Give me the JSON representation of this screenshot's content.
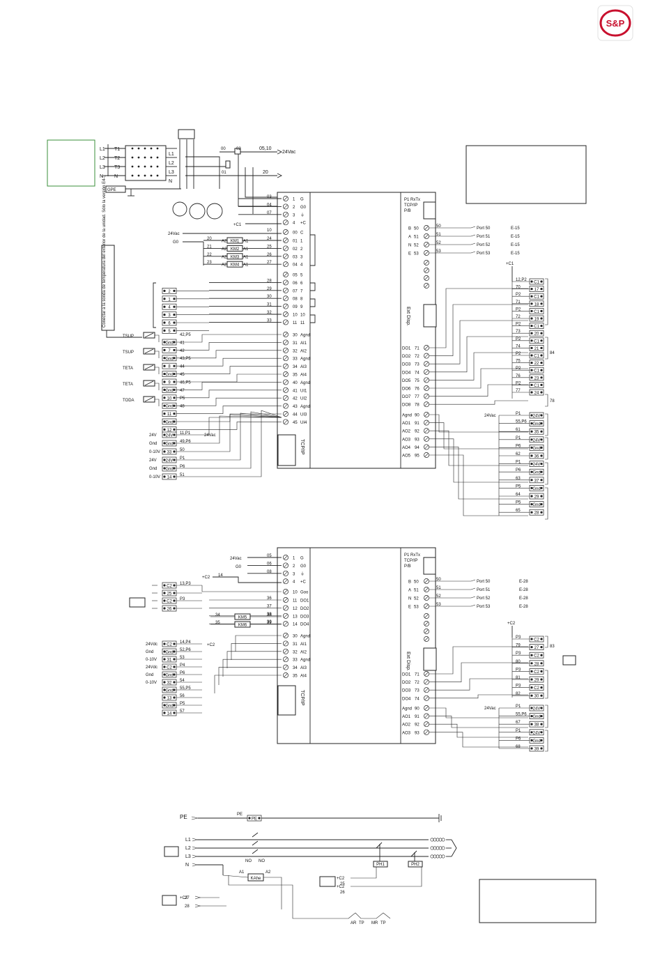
{
  "logo": {
    "text": "S&P"
  },
  "power": {
    "supply": [
      "L1",
      "L2",
      "L3",
      "N"
    ],
    "breaker": [
      "T1",
      "T2",
      "T3",
      "N"
    ],
    "bus": [
      "L1",
      "L2",
      "L3",
      "N"
    ],
    "pe": "GPE",
    "feed": [
      {
        "wire": "05,10",
        "to": "24Vac"
      },
      {
        "wire": "20",
        "to": ""
      }
    ],
    "wire_00": "00",
    "wire_02": "02",
    "wire_01": "01"
  },
  "c1": {
    "power_terms": [
      {
        "wire": "03",
        "num": "1",
        "label": "G"
      },
      {
        "wire": "04",
        "num": "2",
        "label": "G0"
      },
      {
        "wire": "07",
        "num": "3",
        "label": "⏚"
      },
      {
        "wire": "",
        "num": "4",
        "label": "+C"
      }
    ],
    "c1_label": "+C1",
    "do_header": {
      "wire": "10",
      "num": "00",
      "label": "C"
    },
    "supply_24": "24Vac",
    "supply_g0": "G0",
    "relays": [
      {
        "in": "20",
        "name": "KM1",
        "out": "24",
        "num": "01",
        "label": "1"
      },
      {
        "in": "21",
        "name": "KM2",
        "out": "25",
        "num": "02",
        "label": "2"
      },
      {
        "in": "22",
        "name": "KM3",
        "out": "26",
        "num": "03",
        "label": "3"
      },
      {
        "in": "23",
        "name": "KM4",
        "out": "27",
        "num": "04",
        "label": "4"
      }
    ],
    "a1": "A1",
    "a2": "A2",
    "di": [
      {
        "num": "05",
        "label": "5",
        "wire": "",
        "term": ""
      },
      {
        "num": "06",
        "label": "6",
        "wire": "28",
        "term": "2"
      },
      {
        "num": "07",
        "label": "7",
        "wire": "29",
        "term": "1"
      },
      {
        "num": "08",
        "label": "8",
        "wire": "30",
        "term": "4"
      },
      {
        "num": "09",
        "label": "9",
        "wire": "31",
        "term": "3"
      },
      {
        "num": "10",
        "label": "10",
        "wire": "32",
        "term": "6"
      },
      {
        "num": "11",
        "label": "11",
        "wire": "33",
        "term": "5"
      }
    ],
    "side_note": "Conectar a la sonda de temperatura del exterior de la unidad. Sólo la versión E4-3",
    "ai": [
      {
        "num": "30",
        "label": "Agnd",
        "wire": "42,P5",
        "term": "Gnd"
      },
      {
        "num": "31",
        "label": "AI1",
        "wire": "41",
        "term": "7"
      },
      {
        "num": "32",
        "label": "AI2",
        "wire": "42",
        "term": "Gnd"
      },
      {
        "num": "33",
        "label": "Agnd",
        "wire": "43,P5",
        "term": "8"
      },
      {
        "num": "34",
        "label": "AI3",
        "wire": "44",
        "term": "Gnd"
      },
      {
        "num": "35",
        "label": "AI4",
        "wire": "45",
        "term": "9"
      },
      {
        "num": "40",
        "label": "Agnd",
        "wire": "46,P5",
        "term": "Gnd"
      },
      {
        "num": "41",
        "label": "UI1",
        "wire": "47",
        "term": "10"
      },
      {
        "num": "42",
        "label": "UI2",
        "wire": "P5",
        "term": "Gnd"
      },
      {
        "num": "43",
        "label": "Agnd",
        "wire": "48",
        "term": "11"
      },
      {
        "num": "44",
        "label": "UI3",
        "wire": "",
        "term": "Gnd"
      },
      {
        "num": "45",
        "label": "UI4",
        "wire": "",
        "term": "12"
      }
    ],
    "sensors": [
      "TSUP",
      "TSUP",
      "TETA",
      "TETA",
      "TODA"
    ],
    "bottom_terms": [
      {
        "lbl": "24V",
        "term": "24V",
        "wire": "11,P1"
      },
      {
        "lbl": "Gnd",
        "term": "Gnd",
        "wire": "49,P6"
      },
      {
        "lbl": "0-10V",
        "term": "33",
        "wire": "50"
      },
      {
        "lbl": "24V",
        "term": "24V",
        "wire": "P1"
      },
      {
        "lbl": "Gnd",
        "term": "Gnd",
        "wire": "P6"
      },
      {
        "lbl": "0-10V",
        "term": "14",
        "wire": "51"
      }
    ],
    "bottom_supply": "24Vac",
    "tcp": "TCP/IP",
    "top_right": [
      "P1 RxTx",
      "TCP/IP",
      "P/B"
    ],
    "ports": [
      {
        "num": "50",
        "wire": "50",
        "port": "Port 50",
        "dest": "E-15",
        "bus": "B"
      },
      {
        "num": "51",
        "wire": "51",
        "port": "Port 51",
        "dest": "E-15",
        "bus": "A"
      },
      {
        "num": "52",
        "wire": "52",
        "port": "Port 52",
        "dest": "E-15",
        "bus": "N"
      },
      {
        "num": "53",
        "wire": "53",
        "port": "Port 53",
        "dest": "E-15",
        "bus": "E"
      }
    ],
    "ext_disp": "Ext Disp.",
    "do_out": [
      {
        "num": "71",
        "label": "DO1"
      },
      {
        "num": "72",
        "label": "DO2"
      },
      {
        "num": "73",
        "label": "DO3"
      },
      {
        "num": "74",
        "label": "DO4"
      },
      {
        "num": "75",
        "label": "DO5"
      },
      {
        "num": "76",
        "label": "DO6"
      },
      {
        "num": "77",
        "label": "DO7"
      },
      {
        "num": "78",
        "label": "DO8"
      }
    ],
    "ao": [
      {
        "num": "90",
        "label": "Agnd"
      },
      {
        "num": "91",
        "label": "AO1"
      },
      {
        "num": "92",
        "label": "AO2"
      },
      {
        "num": "93",
        "label": "AO3"
      },
      {
        "num": "94",
        "label": "AO4"
      },
      {
        "num": "95",
        "label": "AO5"
      }
    ],
    "right_c": "+C1",
    "right_rows": [
      {
        "w": "12,P2",
        "t": "C1"
      },
      {
        "w": "70",
        "t": "17"
      },
      {
        "w": "P2",
        "t": "C1"
      },
      {
        "w": "71",
        "t": "18"
      },
      {
        "w": "P2",
        "t": "C1"
      },
      {
        "w": "72",
        "t": "19"
      },
      {
        "w": "P2",
        "t": "C1"
      },
      {
        "w": "73",
        "t": "20"
      },
      {
        "w": "P2",
        "t": "C1"
      },
      {
        "w": "74",
        "t": "21"
      },
      {
        "w": "P2",
        "t": "C1"
      },
      {
        "w": "75",
        "t": "22"
      },
      {
        "w": "P2",
        "t": "C1"
      },
      {
        "w": "76",
        "t": "23"
      },
      {
        "w": "P2",
        "t": "C1"
      },
      {
        "w": "77",
        "t": "24"
      }
    ],
    "right_aux": [
      "84",
      "78"
    ],
    "ao_rows": [
      {
        "w": "P1",
        "t": "24V"
      },
      {
        "w": "55,P6",
        "t": "Gnd"
      },
      {
        "w": "61",
        "t": "35"
      },
      {
        "w": "P1",
        "t": "24V"
      },
      {
        "w": "P6",
        "t": "Gnd"
      },
      {
        "w": "62",
        "t": "36"
      },
      {
        "w": "P1",
        "t": "24V"
      },
      {
        "w": "P6",
        "t": "Gnd"
      },
      {
        "w": "63",
        "t": "37"
      },
      {
        "w": "P5",
        "t": "Gnd"
      },
      {
        "w": "64",
        "t": "29"
      },
      {
        "w": "P5",
        "t": "Gnd"
      },
      {
        "w": "65",
        "t": "28"
      }
    ],
    "ao_supply": "24Vac"
  },
  "c2": {
    "power_terms": [
      {
        "wire": "05",
        "num": "1",
        "label": "G"
      },
      {
        "wire": "06",
        "num": "2",
        "label": "G0"
      },
      {
        "wire": "08",
        "num": "3",
        "label": "⏚"
      },
      {
        "wire": "",
        "num": "4",
        "label": "+C"
      }
    ],
    "supply_24": "24Vac",
    "supply_g0": "G0",
    "c2_label": "+C2",
    "wire_14": "14",
    "do_header": {
      "wire": "",
      "num": "10",
      "label": "Goo"
    },
    "left_terms": [
      {
        "t": "C2",
        "w": "13,P3"
      },
      {
        "t": "25",
        "w": ""
      },
      {
        "t": "C2",
        "w": "P3"
      },
      {
        "t": "26",
        "w": ""
      }
    ],
    "do_rows": [
      {
        "num": "11",
        "label": "DO1",
        "wire": "36"
      },
      {
        "num": "12",
        "label": "DO2",
        "wire": "37"
      },
      {
        "num": "13",
        "label": "DO3",
        "wire": "38"
      },
      {
        "num": "14",
        "label": "DO4",
        "wire": "39"
      }
    ],
    "relays": [
      {
        "in": "34",
        "name": "KM5",
        "out": "38"
      },
      {
        "in": "35",
        "name": "KM6",
        "out": "39"
      }
    ],
    "ai": [
      {
        "num": "30",
        "label": "Agnd"
      },
      {
        "num": "31",
        "label": "AI1"
      },
      {
        "num": "32",
        "label": "AI2"
      },
      {
        "num": "33",
        "label": "Agnd"
      },
      {
        "num": "34",
        "label": "AI3"
      },
      {
        "num": "35",
        "label": "AI4"
      }
    ],
    "ai_terms": [
      {
        "lbl": "24Vdc",
        "t": "C2",
        "w": "14,P4"
      },
      {
        "lbl": "Gnd",
        "t": "Gnd",
        "w": "52,P6"
      },
      {
        "lbl": "0-10V",
        "t": "31",
        "w": "53"
      },
      {
        "lbl": "24Vdc",
        "t": "C2",
        "w": "P4"
      },
      {
        "lbl": "Gnd",
        "t": "Gnd",
        "w": "P6"
      },
      {
        "lbl": "0-10V",
        "t": "32",
        "w": "54"
      },
      {
        "lbl": "",
        "t": "Gnd",
        "w": "55,P5"
      },
      {
        "lbl": "",
        "t": "13",
        "w": "56"
      },
      {
        "lbl": "",
        "t": "Gnd",
        "w": "P5"
      },
      {
        "lbl": "",
        "t": "14",
        "w": "57"
      }
    ],
    "ai_c2": "+C2",
    "ports": [
      {
        "num": "50",
        "wire": "50",
        "port": "Port 50",
        "dest": "E-28",
        "bus": "B"
      },
      {
        "num": "51",
        "wire": "51",
        "port": "Port 51",
        "dest": "E-28",
        "bus": "A"
      },
      {
        "num": "52",
        "wire": "52",
        "port": "Port 52",
        "dest": "E-28",
        "bus": "N"
      },
      {
        "num": "53",
        "wire": "53",
        "port": "Port 53",
        "dest": "E-28",
        "bus": "E"
      }
    ],
    "do_out": [
      {
        "num": "71",
        "label": "DO1"
      },
      {
        "num": "72",
        "label": "DO2"
      },
      {
        "num": "73",
        "label": "DO3"
      },
      {
        "num": "74",
        "label": "DO4"
      }
    ],
    "ao": [
      {
        "num": "90",
        "label": "Agnd"
      },
      {
        "num": "91",
        "label": "AO1"
      },
      {
        "num": "92",
        "label": "AO2"
      },
      {
        "num": "93",
        "label": "AO3"
      }
    ],
    "right_c": "+C2",
    "right_rows": [
      {
        "w": "P3",
        "t": "C2"
      },
      {
        "w": "79",
        "t": "27"
      },
      {
        "w": "P3",
        "t": "C2"
      },
      {
        "w": "80",
        "t": "28"
      },
      {
        "w": "P3",
        "t": "C2"
      },
      {
        "w": "81",
        "t": "29"
      },
      {
        "w": "P3",
        "t": "C2"
      },
      {
        "w": "82",
        "t": "30"
      }
    ],
    "right_aux": "83",
    "ao_supply": "24Vac",
    "ao_rows": [
      {
        "w": "P1",
        "t": "24V"
      },
      {
        "w": "55,P6",
        "t": "Gnd"
      },
      {
        "w": "67",
        "t": "38"
      },
      {
        "w": "P1",
        "t": "24V"
      },
      {
        "w": "P6",
        "t": "Gnd"
      },
      {
        "w": "68",
        "t": "39"
      }
    ]
  },
  "bottom": {
    "pe": "PE",
    "pe_term": "PE",
    "lines": [
      "L1",
      "L2",
      "L3",
      "N"
    ],
    "no1": "NO",
    "no2": "NO",
    "a1": "A1",
    "a2": "A2",
    "kahe": "KAhe",
    "ph1": "PH1",
    "ph2": "PH2",
    "c2_rows": [
      {
        "lbl": "+C2",
        "w": "25"
      },
      {
        "lbl": "+C2",
        "w": "26"
      }
    ],
    "c2_rows_b": [
      {
        "lbl": "+C2",
        "w": "27"
      },
      {
        "lbl": "",
        "w": "28"
      }
    ],
    "contacts": [
      "AR",
      "TP",
      "MR",
      "TP"
    ]
  }
}
